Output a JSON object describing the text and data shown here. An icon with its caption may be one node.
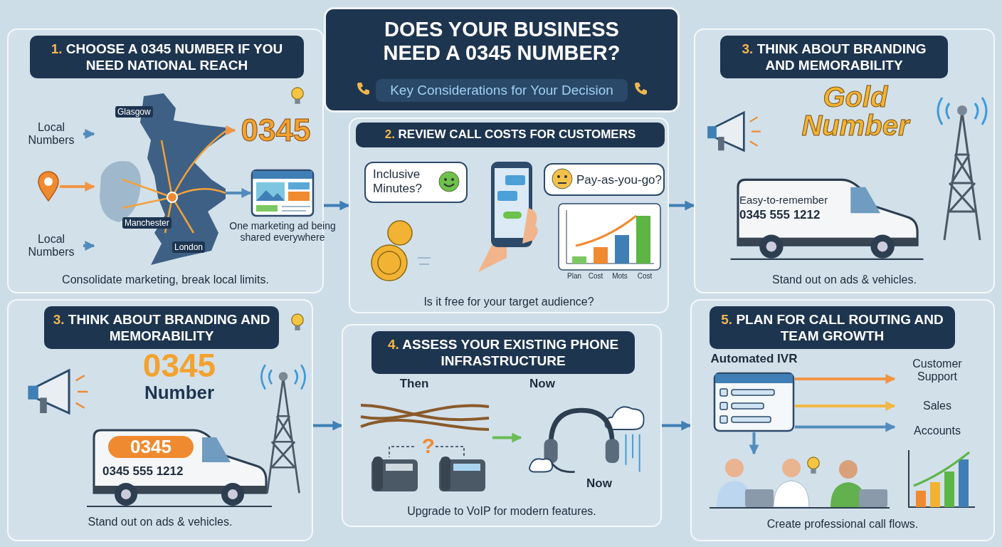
{
  "diagram": {
    "nodes": [
      {
        "text": [
          "DOES YOUR BUSINESS NEED A 0345 NUMBER?",
          "Key Considerations for Your Decision"
        ]
      },
      {
        "text": [
          "1. CHOOSE A 0345 NUMBER IF YOU NEED NATIONAL REACH",
          "Consolidate marketing, break local limits."
        ]
      },
      {
        "text": [
          "Local Numbers"
        ],
        "in": 1
      },
      {
        "text": [],
        "shape": "pin",
        "in": 1
      },
      {
        "text": [
          "Local Numbers"
        ],
        "in": 1
      },
      {
        "text": [
          "Glasgow",
          "Manchester",
          "London"
        ],
        "in": 1
      },
      {
        "text": [
          "0345"
        ],
        "in": 1
      },
      {
        "text": [],
        "shape": "picture",
        "beside": [
          "One marketing ad being shared everywhere"
        ],
        "in": 1
      },
      {
        "text": [
          "2. REVIEW CALL COSTS FOR CUSTOMERS",
          "Is it free for your target audience?"
        ]
      },
      {
        "text": [
          "Inclusive Minutes?"
        ],
        "in": 8
      },
      {
        "text": [
          "Pay-as-you-go?"
        ],
        "in": 8
      },
      {
        "text": [
          "3. THINK ABOUT BRANDING AND MEMORABILITY",
          "Stand out on ads & vehicles."
        ]
      },
      {
        "text": [
          "Easy-to-remember",
          "0345 555 1212"
        ],
        "in": 11
      },
      {
        "text": [
          "3. THINK ABOUT BRANDING AND MEMORABILITY",
          "Stand out on ads & vehicles."
        ]
      },
      {
        "text": [
          "0345",
          "0345 555 1212"
        ],
        "in": 13
      },
      {
        "text": [
          "4. ASSESS YOUR EXISTING PHONE INFRASTRUCTURE",
          "Upgrade to VoIP for modern features."
        ]
      },
      {
        "text": [],
        "shape": "picture",
        "beside": [
          "Then"
        ],
        "in": 15
      },
      {
        "text": [],
        "shape": "picture",
        "beside": [
          "Now",
          "Now"
        ],
        "in": 15
      },
      {
        "text": [
          "5. PLAN FOR CALL ROUTING AND TEAM GROWTH",
          "Create professional call flows."
        ]
      },
      {
        "text": [],
        "shape": "picture",
        "beside": [
          "Automated IVR"
        ],
        "in": 18
      },
      {
        "text": [
          "Customer Support"
        ],
        "in": 18
      },
      {
        "text": [
          "Sales"
        ],
        "in": 18
      },
      {
        "text": [
          "Accounts"
        ],
        "in": 18
      },
      {
        "text": [],
        "shape": "picture",
        "in": 18
      }
    ],
    "edges": [
      {
        "from": 2,
        "to": 5,
        "arrow": "to"
      },
      {
        "from": 3,
        "to": 5,
        "arrow": "to",
        "color": "#f08a30"
      },
      {
        "from": 4,
        "to": 5,
        "arrow": "to"
      },
      {
        "from": 5,
        "to": 6,
        "arrow": "to",
        "color": "#f08a30"
      },
      {
        "from": 5,
        "to": 7,
        "arrow": "to"
      },
      {
        "from": 1,
        "to": 8,
        "arrow": "to"
      },
      {
        "from": 8,
        "to": 11,
        "arrow": "to"
      },
      {
        "from": 13,
        "to": 15,
        "arrow": "to"
      },
      {
        "from": 15,
        "to": 18,
        "arrow": "to"
      },
      {
        "from": 16,
        "to": 17,
        "arrow": "to",
        "color": "#5cb545"
      },
      {
        "from": 19,
        "to": 20,
        "arrow": "to",
        "color": "#f08a30"
      },
      {
        "from": 19,
        "to": 21,
        "arrow": "to",
        "color": "#f0b030"
      },
      {
        "from": 19,
        "to": 22,
        "arrow": "to"
      },
      {
        "from": 19,
        "to": 23,
        "arrow": "to"
      }
    ],
    "labels": [
      "Plan",
      "Cost",
      "Mots",
      "Cost",
      "Gold Number",
      "0345",
      "Number",
      "?"
    ]
  }
}
